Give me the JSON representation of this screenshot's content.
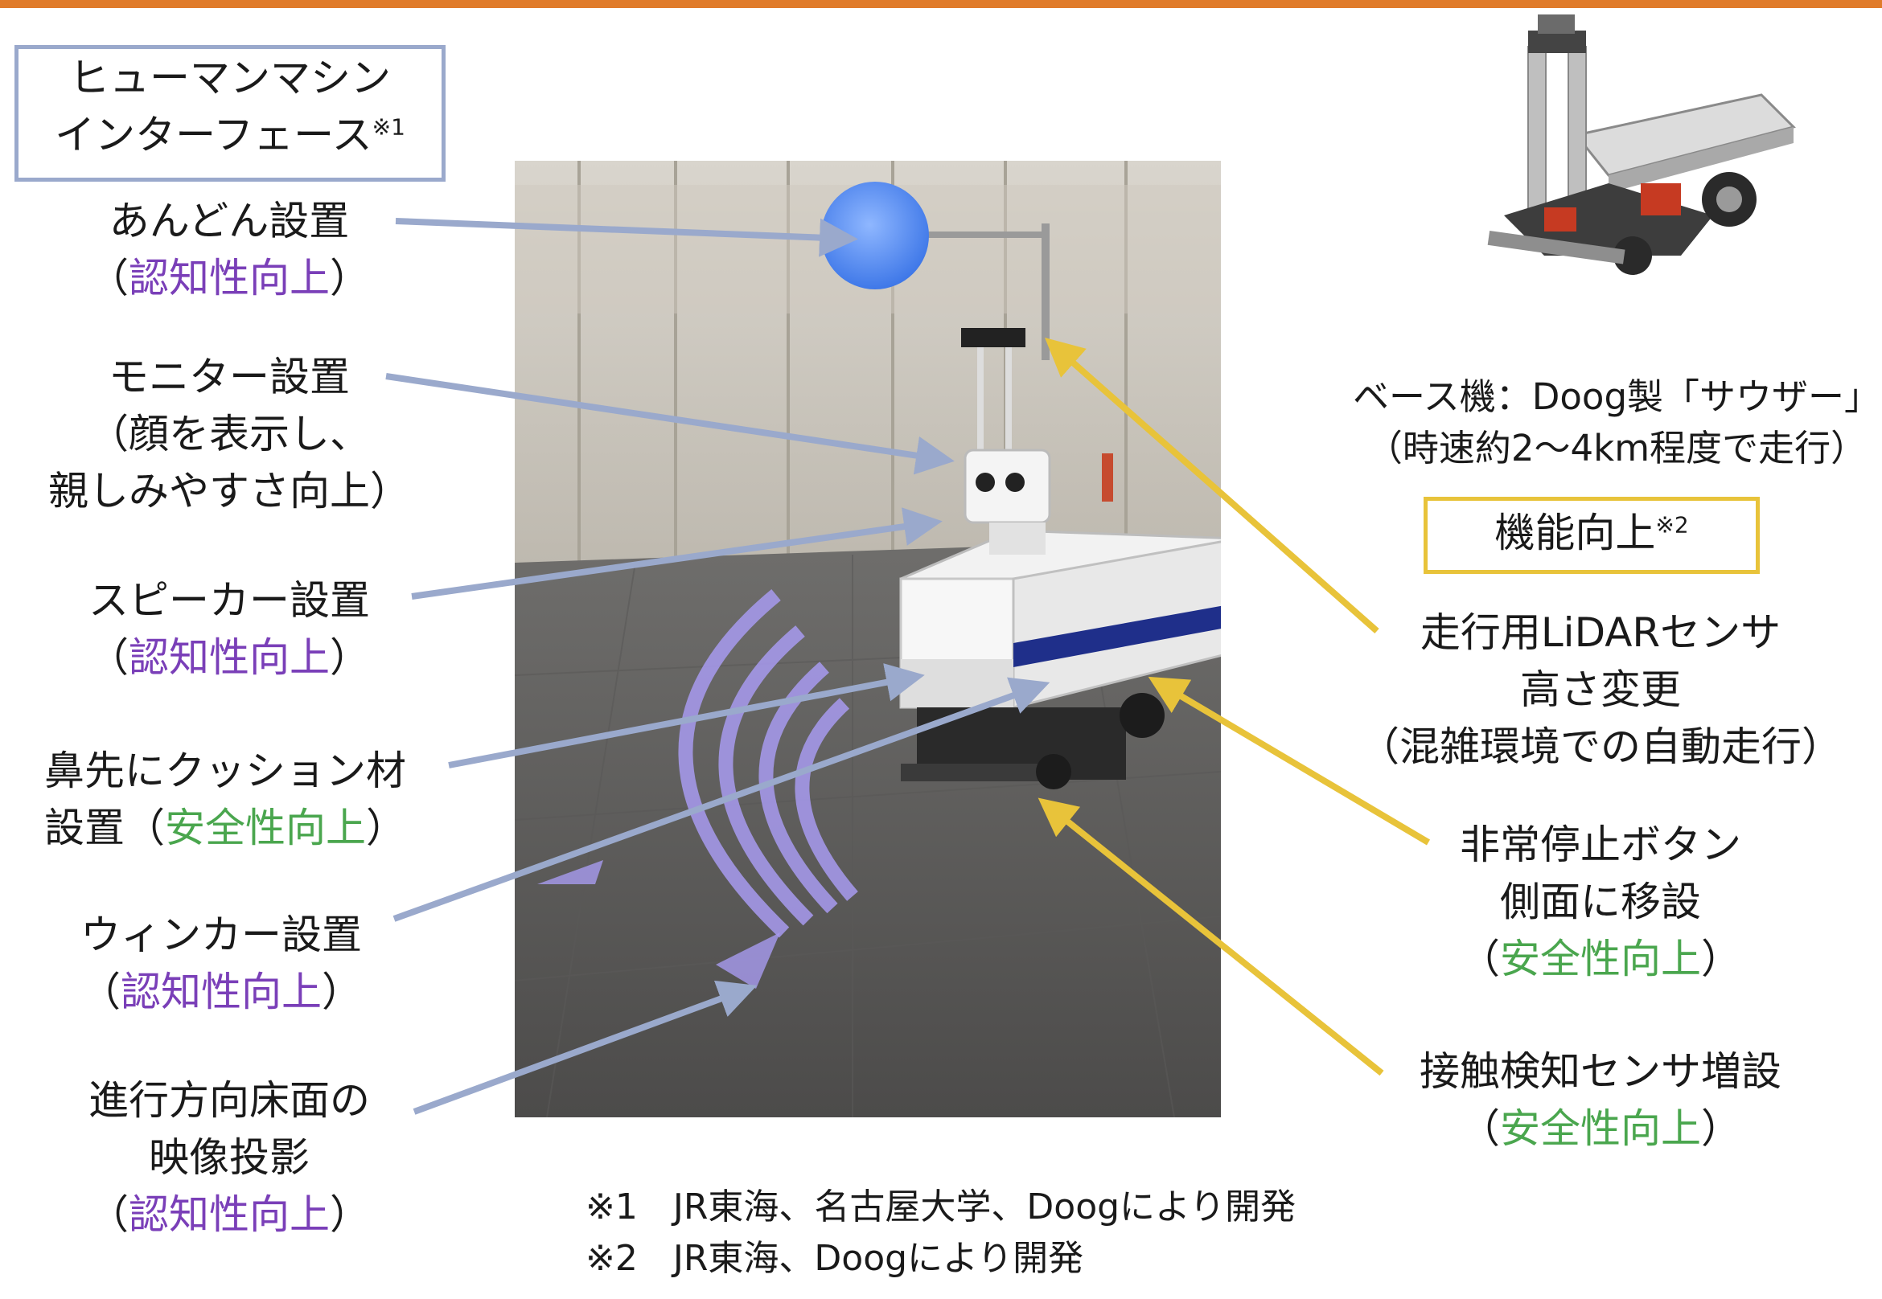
{
  "colors": {
    "top_bar": "#e07b2a",
    "hmi_border": "#9aa9cc",
    "function_border": "#e8c33a",
    "hmi_arrow": "#9aa9cc",
    "function_arrow": "#e8c33a",
    "cognition_text": "#7a3fb8",
    "safety_text": "#4aa64e"
  },
  "hmi": {
    "title_line1": "ヒューマンマシン",
    "title_line2": "インターフェース",
    "mark": "※1"
  },
  "function": {
    "title": "機能向上",
    "mark": "※2"
  },
  "left_labels": {
    "andon": {
      "line1": "あんどん設置",
      "open": "（",
      "benefit": "認知性向上",
      "close": "）"
    },
    "monitor": {
      "line1": "モニター設置",
      "line2": "（顔を表示し、",
      "line3": "親しみやすさ向上）"
    },
    "speaker": {
      "line1": "スピーカー設置",
      "open": "（",
      "benefit": "認知性向上",
      "close": "）"
    },
    "cushion": {
      "line1": "鼻先にクッション材",
      "line2": "設置（",
      "benefit": "安全性向上",
      "close": "）"
    },
    "winker": {
      "line1": "ウィンカー設置",
      "open": "（",
      "benefit": "認知性向上",
      "close": "）"
    },
    "projection": {
      "line1": "進行方向床面の",
      "line2": "映像投影",
      "open": "（",
      "benefit": "認知性向上",
      "close": "）"
    }
  },
  "right_labels": {
    "base": {
      "line1": "ベース機：Doog製「サウザー」",
      "line2": "（時速約2～4km程度で走行）"
    },
    "lidar": {
      "line1": "走行用LiDARセンサ",
      "line2": "高さ変更",
      "line3": "（混雑環境での自動走行）"
    },
    "estop": {
      "line1": "非常停止ボタン",
      "line2": "側面に移設",
      "open": "（",
      "benefit": "安全性向上",
      "close": "）"
    },
    "contact": {
      "line1": "接触検知センサ増設",
      "open": "（",
      "benefit": "安全性向上",
      "close": "）"
    }
  },
  "notes": {
    "note1": "※1　JR東海、名古屋大学、Doogにより開発",
    "note2": "※2　JR東海、Doogにより開発"
  }
}
